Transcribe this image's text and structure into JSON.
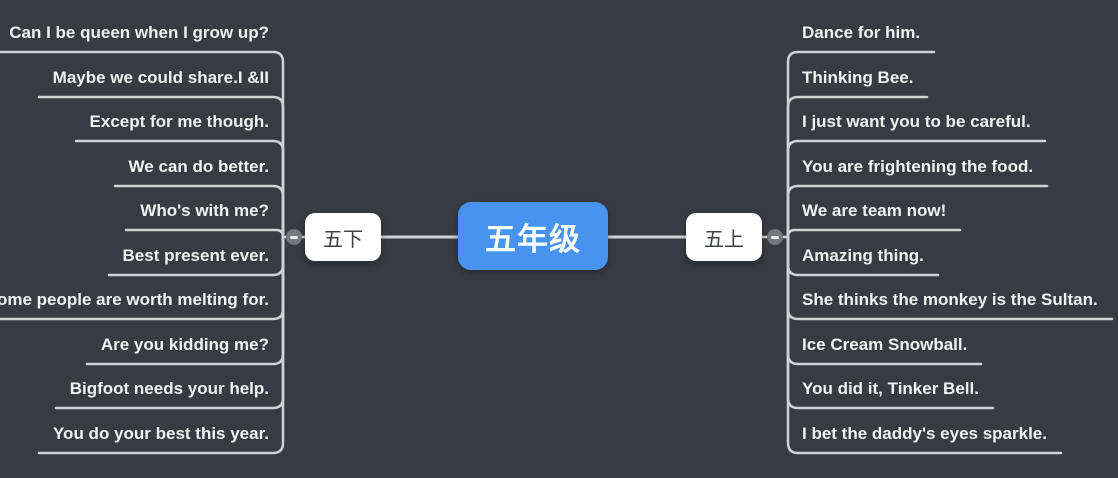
{
  "canvas": {
    "background_color": "#383C42",
    "connector_color": "#CFD2D5",
    "child_text_color": "#EFF1F2"
  },
  "mindmap": {
    "root": {
      "label": "五年级",
      "fill_color": "#4793EF",
      "text_color": "#FFFFFF"
    },
    "branches": [
      {
        "side": "left",
        "label": "五下",
        "fill_color": "#FFFFFF",
        "text_color": "#3C4248",
        "collapse_button": "minus-icon",
        "children": [
          "Can I be queen when I grow up?",
          "Maybe we could share.I &II",
          "Except for me though.",
          "We can do better.",
          "Who's with me?",
          "Best present ever.",
          "Some people are worth melting for.",
          "Are you kidding me?",
          "Bigfoot needs your help.",
          "You do your best this year."
        ]
      },
      {
        "side": "right",
        "label": "五上",
        "fill_color": "#FFFFFF",
        "text_color": "#3C4248",
        "collapse_button": "minus-icon",
        "children": [
          "Dance for him.",
          "Thinking Bee.",
          "I just want you to be careful.",
          "You are frightening the food.",
          "We are team now!",
          "Amazing thing.",
          "She thinks the monkey is the Sultan.",
          "Ice Cream Snowball.",
          "You did it, Tinker Bell.",
          "I bet the daddy's eyes sparkle."
        ]
      }
    ]
  }
}
